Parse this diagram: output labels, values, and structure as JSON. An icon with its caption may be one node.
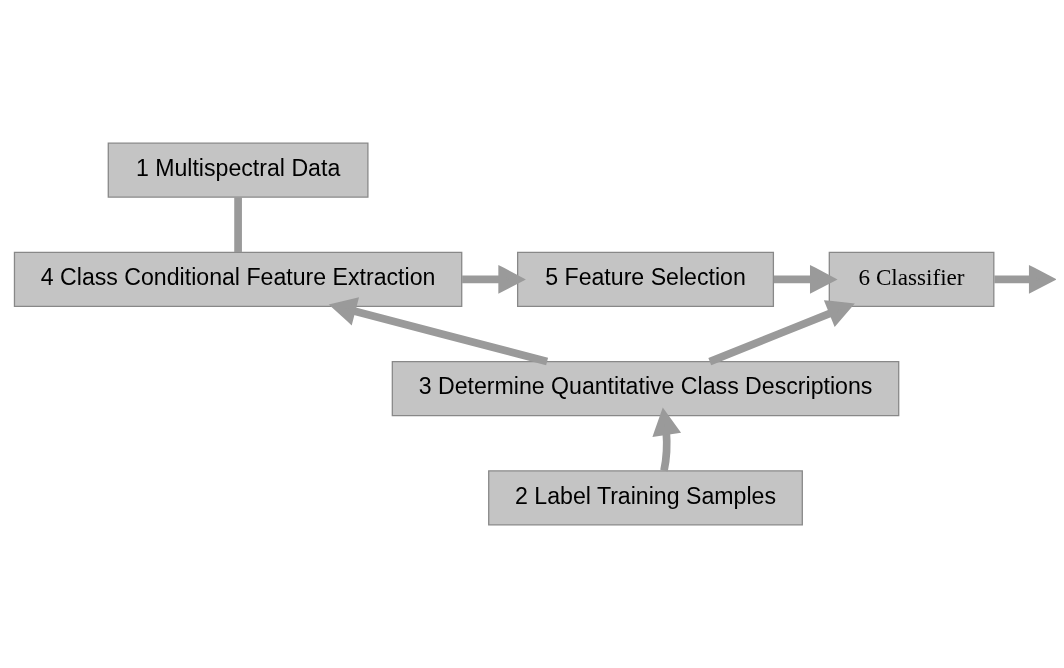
{
  "diagram": {
    "nodes": [
      {
        "text": [
          "1 Multispectral Data"
        ]
      },
      {
        "text": [
          "4 Class Conditional Feature Extraction"
        ]
      },
      {
        "text": [
          "5 Feature Selection"
        ]
      },
      {
        "text": [
          "6 Classifier"
        ]
      },
      {
        "text": [
          "3 Determine Quantitative Class Descriptions"
        ]
      },
      {
        "text": [
          "2 Label Training Samples"
        ]
      }
    ],
    "edges": [
      {
        "from": 0,
        "to": 1,
        "arrow": "none"
      },
      {
        "from": 1,
        "to": 2,
        "arrow": "to"
      },
      {
        "from": 2,
        "to": 3,
        "arrow": "to"
      },
      {
        "from": 3,
        "to": null,
        "arrow": "to"
      },
      {
        "from": 4,
        "to": 1,
        "arrow": "to"
      },
      {
        "from": 4,
        "to": 3,
        "arrow": "to"
      },
      {
        "from": 5,
        "to": 4,
        "arrow": "to"
      }
    ]
  }
}
